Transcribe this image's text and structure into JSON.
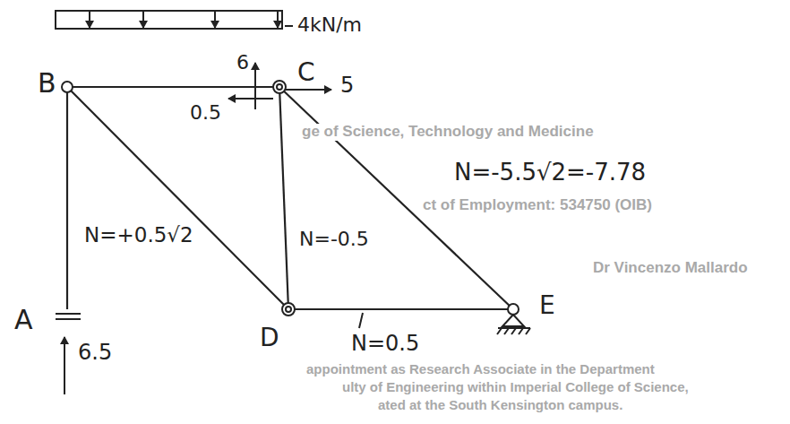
{
  "diagram": {
    "labels": [
      "4kN/m",
      "B",
      "6",
      "C",
      "5",
      "0.5",
      "N=+0.5√2",
      "N=-5.5√2=-7.78",
      "N=-0.5",
      "A",
      "D",
      "E",
      "6.5",
      "N=0.5",
      "ge of Science, Technology and Medicine",
      "ct of Employment: 534750 (OIB)",
      "Dr Vincenzo Mallardo",
      "appointment as Research Associate in the Department",
      "ulty of Engineering within Imperial College of Science,",
      "ated at the South Kensington campus."
    ]
  }
}
